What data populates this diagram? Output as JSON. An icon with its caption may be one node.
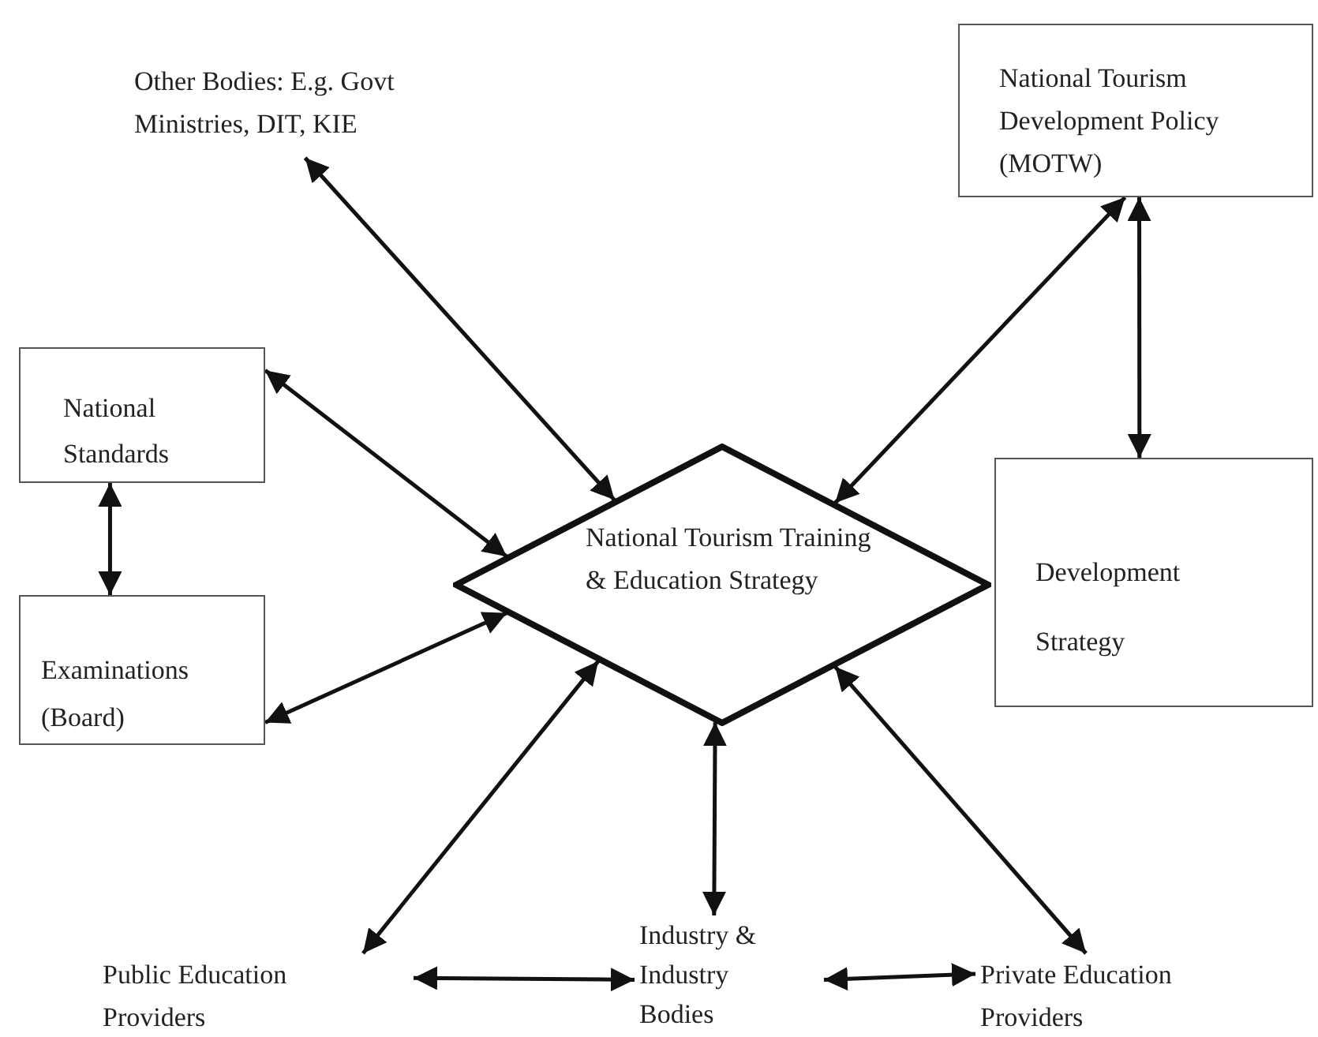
{
  "diagram": {
    "nodes": [
      {
        "text": [
          "Other Bodies: E.g. Govt Ministries, DIT, KIE"
        ]
      },
      {
        "text": [
          "National Tourism Development Policy (MOTW)"
        ]
      },
      {
        "text": [
          "National Standards"
        ]
      },
      {
        "text": [
          "Examinations (Board)"
        ]
      },
      {
        "text": [
          "National Tourism Training & Education Strategy"
        ]
      },
      {
        "text": [
          "Development Strategy"
        ]
      },
      {
        "text": [
          "Public Education Providers"
        ]
      },
      {
        "text": [
          "Industry & Industry Bodies"
        ]
      },
      {
        "text": [
          "Private Education Providers"
        ]
      }
    ],
    "edges": [
      {
        "from": 0,
        "to": 4,
        "arrow": "both"
      },
      {
        "from": 1,
        "to": 4,
        "arrow": "both"
      },
      {
        "from": 1,
        "to": 5,
        "arrow": "both"
      },
      {
        "from": 2,
        "to": 4,
        "arrow": "both"
      },
      {
        "from": 2,
        "to": 3,
        "arrow": "both"
      },
      {
        "from": 3,
        "to": 4,
        "arrow": "both"
      },
      {
        "from": 4,
        "to": 6,
        "arrow": "both"
      },
      {
        "from": 4,
        "to": 7,
        "arrow": "both"
      },
      {
        "from": 4,
        "to": 8,
        "arrow": "both"
      },
      {
        "from": 6,
        "to": 7,
        "arrow": "both"
      },
      {
        "from": 7,
        "to": 8,
        "arrow": "both"
      }
    ]
  }
}
